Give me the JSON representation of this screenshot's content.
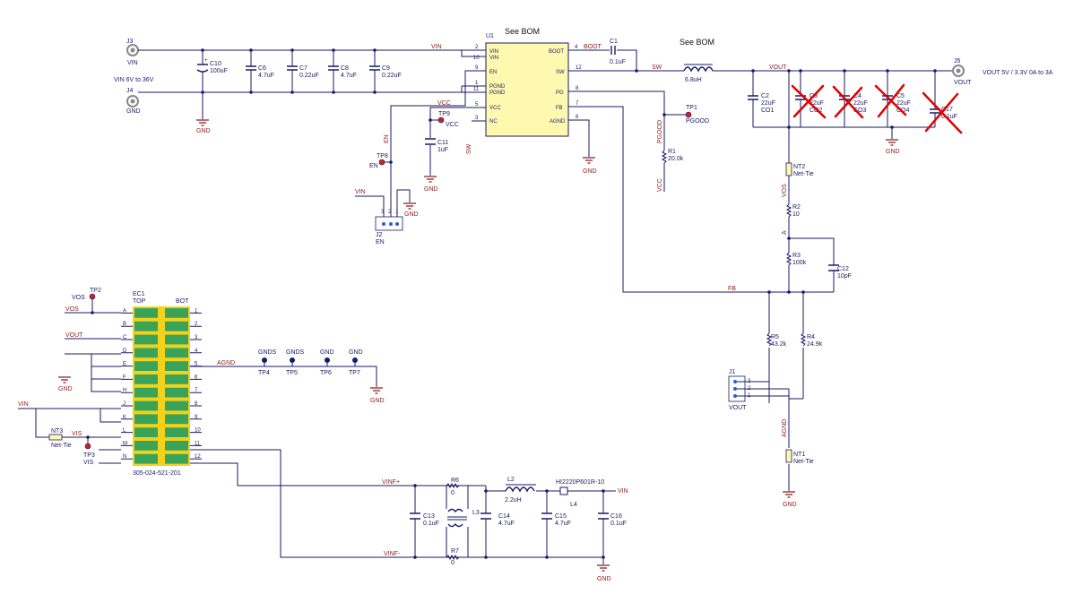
{
  "connectors": {
    "j3": {
      "ref": "J3",
      "name": "VIN",
      "note": "VIN 6V to 36V"
    },
    "j4": {
      "ref": "J4",
      "name": "GND"
    },
    "j5": {
      "ref": "J5",
      "name": "VOUT",
      "note": "VOUT 5V / 3.3V 0A to 3A"
    },
    "j1": {
      "ref": "J1",
      "name": "VOUT",
      "pins": [
        "3",
        "2",
        "1"
      ]
    },
    "j2": {
      "ref": "J2",
      "name": "EN",
      "pins": [
        "3",
        "2",
        "1"
      ]
    }
  },
  "u1": {
    "ref": "U1",
    "bom": "See BOM",
    "left_pins": [
      {
        "num": "2",
        "name": "VIN"
      },
      {
        "num": "10",
        "name": "VIN"
      },
      {
        "num": "9",
        "name": "EN"
      },
      {
        "num": "1",
        "name": "PGND"
      },
      {
        "num": "11",
        "name": "PGND"
      },
      {
        "num": "5",
        "name": "VCC"
      },
      {
        "num": "3",
        "name": "NC"
      }
    ],
    "right_pins": [
      {
        "num": "4",
        "name": "BOOT"
      },
      {
        "num": "12",
        "name": "SW"
      },
      {
        "num": "8",
        "name": "PG"
      },
      {
        "num": "7",
        "name": "FB"
      },
      {
        "num": "6",
        "name": "AGND"
      }
    ]
  },
  "inductor_main": {
    "bom": "See BOM",
    "value": "6.8uH"
  },
  "caps": {
    "c10": {
      "ref": "C10",
      "value": "100uF"
    },
    "c6": {
      "ref": "C6",
      "value": "4.7uF"
    },
    "c7": {
      "ref": "C7",
      "value": "0.22uF"
    },
    "c8": {
      "ref": "C8",
      "value": "4.7uF"
    },
    "c9": {
      "ref": "C9",
      "value": "0.22uF"
    },
    "c1": {
      "ref": "C1",
      "value": "0.1uF"
    },
    "c11": {
      "ref": "C11",
      "value": "1uF"
    },
    "c2": {
      "ref": "C2",
      "value": "22uF",
      "alt": "CO1"
    },
    "c3": {
      "ref": "C3",
      "value": "22uF",
      "alt": "CO2"
    },
    "c4": {
      "ref": "C4",
      "value": "22uF",
      "alt": "CO3"
    },
    "c5": {
      "ref": "C5",
      "value": "22uF",
      "alt": "CO4"
    },
    "c17": {
      "ref": "C17",
      "value": "0.1uF"
    },
    "c12": {
      "ref": "C12",
      "value": "10pF"
    },
    "c13": {
      "ref": "C13",
      "value": "0.1uF"
    },
    "c14": {
      "ref": "C14",
      "value": "4.7uF"
    },
    "c15": {
      "ref": "C15",
      "value": "4.7uF"
    },
    "c16": {
      "ref": "C16",
      "value": "0.1uF"
    }
  },
  "resistors": {
    "r1": {
      "ref": "R1",
      "value": "20.0k"
    },
    "r2": {
      "ref": "R2",
      "value": "10"
    },
    "r3": {
      "ref": "R3",
      "value": "100k"
    },
    "r4": {
      "ref": "R4",
      "value": "24.9k"
    },
    "r5": {
      "ref": "R5",
      "value": "43.2k"
    },
    "r6": {
      "ref": "R6",
      "value": "0"
    },
    "r7": {
      "ref": "R7",
      "value": "0"
    }
  },
  "filter": {
    "l2": {
      "ref": "L2",
      "value": "2.2uH"
    },
    "l3": {
      "ref": "L3"
    },
    "l4": {
      "ref": "L4",
      "part": "HI2220P601R-10"
    }
  },
  "nettie": {
    "nt1": {
      "ref": "NT1",
      "label": "Net-Tie"
    },
    "nt2": {
      "ref": "NT2",
      "label": "Net-Tie"
    },
    "nt3": {
      "ref": "NT3",
      "label": "Net-Tie"
    }
  },
  "testpoints": {
    "tp1": {
      "ref": "TP1",
      "label": "PGOOD"
    },
    "tp2": {
      "ref": "TP2",
      "label": "VOS"
    },
    "tp3": {
      "ref": "TP3",
      "label": "VIS"
    },
    "tp4": {
      "ref": "TP4",
      "label": "GNDS"
    },
    "tp5": {
      "ref": "TP5",
      "label": "GNDS"
    },
    "tp6": {
      "ref": "TP6",
      "label": "GND"
    },
    "tp7": {
      "ref": "TP7",
      "label": "GND"
    },
    "tp8": {
      "ref": "TP8",
      "label": "EN"
    },
    "tp9": {
      "ref": "TP9",
      "label": "VCC"
    }
  },
  "ec1": {
    "ref": "EC1",
    "top": "TOP",
    "bot": "BOT",
    "part": "305-024-521-201",
    "left_pins": [
      "A",
      "B",
      "C",
      "D",
      "E",
      "F",
      "H",
      "J",
      "K",
      "L",
      "M",
      "N"
    ],
    "right_pins": [
      "1",
      "2",
      "3",
      "4",
      "5",
      "6",
      "7",
      "8",
      "9",
      "10",
      "11",
      "12"
    ]
  },
  "nets": {
    "vin": "VIN",
    "vout": "VOUT",
    "sw": "SW",
    "boot": "BOOT",
    "en": "EN",
    "vcc": "VCC",
    "pgood": "PGOOD",
    "fb": "FB",
    "vos": "VOS",
    "vis": "VIS",
    "agnd": "AGND",
    "gnd": "GND",
    "vinf_plus": "VINF+",
    "vinf_minus": "VINF-",
    "a": "A"
  }
}
